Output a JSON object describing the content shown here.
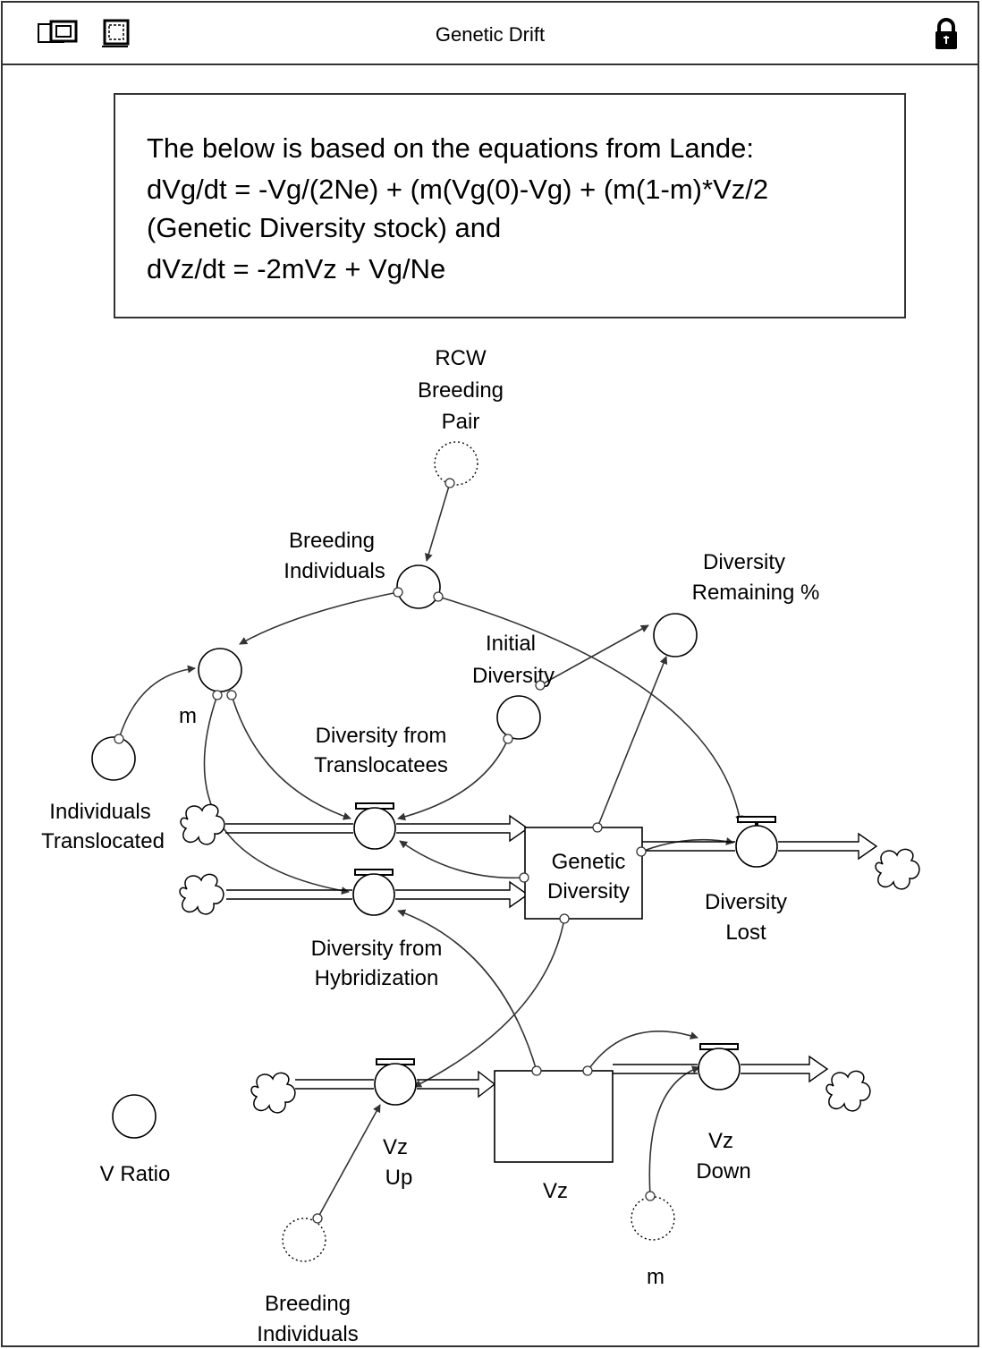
{
  "window": {
    "title": "Genetic Drift",
    "toolbar": [
      "window-icon",
      "selection-icon",
      "lock-icon"
    ]
  },
  "note": {
    "lines": [
      "The below is based on the equations from Lande:",
      "dVg/dt = -Vg/(2Ne) + (m(Vg(0)-Vg) + (m(1-m)*Vz/2",
      "(Genetic Diversity stock) and",
      "dVz/dt = -2mVz + Vg/Ne"
    ]
  },
  "stocks": {
    "genetic_diversity": [
      "Genetic",
      "Diversity"
    ],
    "vz": [
      "Vz"
    ]
  },
  "flows": {
    "diversity_from_translocatees": [
      "Diversity from",
      "Translocatees"
    ],
    "diversity_from_hybridization": [
      "Diversity from",
      "Hybridization"
    ],
    "diversity_lost": [
      "Diversity",
      "Lost"
    ],
    "vz_up": [
      "Vz",
      "Up"
    ],
    "vz_down": [
      "Vz",
      "Down"
    ]
  },
  "converters": {
    "rcw_breeding_pair": [
      "RCW",
      "Breeding",
      "Pair"
    ],
    "breeding_individuals": [
      "Breeding",
      "Individuals"
    ],
    "m": [
      "m"
    ],
    "individuals_translocated": [
      "Individuals",
      "Translocated"
    ],
    "initial_diversity": [
      "Initial",
      "Diversity"
    ],
    "diversity_remaining": [
      "Diversity",
      "Remaining %"
    ],
    "v_ratio": [
      "V Ratio"
    ],
    "breeding_individuals_ghost": [
      "Breeding",
      "Individuals"
    ],
    "m_ghost": [
      "m"
    ]
  }
}
